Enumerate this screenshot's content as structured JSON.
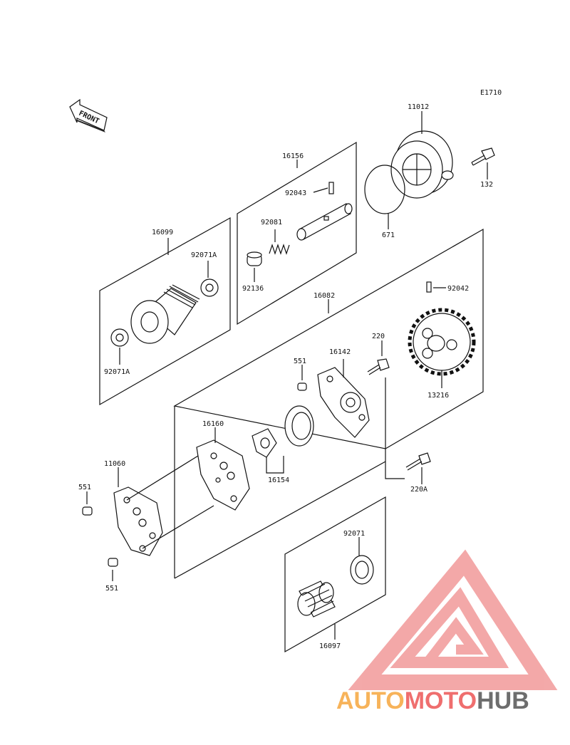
{
  "diagram_code": "E1710",
  "front_label": "FRONT",
  "parts": {
    "p11012": "11012",
    "p132": "132",
    "p671": "671",
    "p16156": "16156",
    "p92043": "92043",
    "p92081": "92081",
    "p92136": "92136",
    "p16099": "16099",
    "p92071A_top": "92071A",
    "p92071A_bottom": "92071A",
    "p16082": "16082",
    "p92042": "92042",
    "p13216": "13216",
    "p220": "220",
    "p551_top": "551",
    "p16142": "16142",
    "p16160": "16160",
    "p11060": "11060",
    "p551_left": "551",
    "p551_bottom": "551",
    "p16154": "16154",
    "p220A": "220A",
    "p92071": "92071",
    "p16097": "16097"
  },
  "watermark": {
    "part1": "AUTO",
    "part2": "MOTO",
    "part3": "HUB",
    "color_orange": "#f7b35a",
    "color_red": "#ef6e6e",
    "color_gray": "#6d6d6d"
  }
}
